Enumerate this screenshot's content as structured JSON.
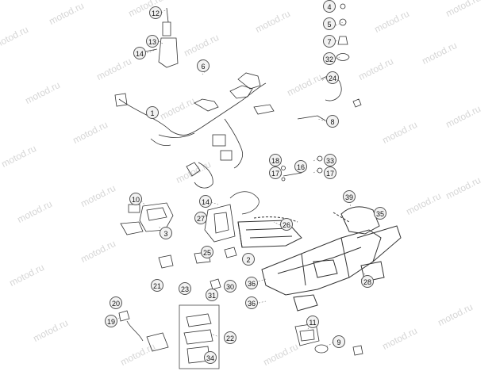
{
  "watermark_text": "motod.ru",
  "callouts": {
    "c12": "12",
    "c13": "13",
    "c14a": "14",
    "c6": "6",
    "c1": "1",
    "c4": "4",
    "c5": "5",
    "c7": "7",
    "c32": "32",
    "c24": "24",
    "c8": "8",
    "c18": "18",
    "c17a": "17",
    "c16": "16",
    "c33": "33",
    "c17b": "17",
    "c10": "10",
    "c3": "3",
    "c14b": "14",
    "c27": "27",
    "c26": "26",
    "c39": "39",
    "c35": "35",
    "c25": "25",
    "c2": "2",
    "c36a": "36",
    "c36b": "36",
    "c28": "28",
    "c21": "21",
    "c23": "23",
    "c30": "30",
    "c31": "31",
    "c20": "20",
    "c19": "19",
    "c22": "22",
    "c34": "34",
    "c11": "11",
    "c9": "9"
  }
}
